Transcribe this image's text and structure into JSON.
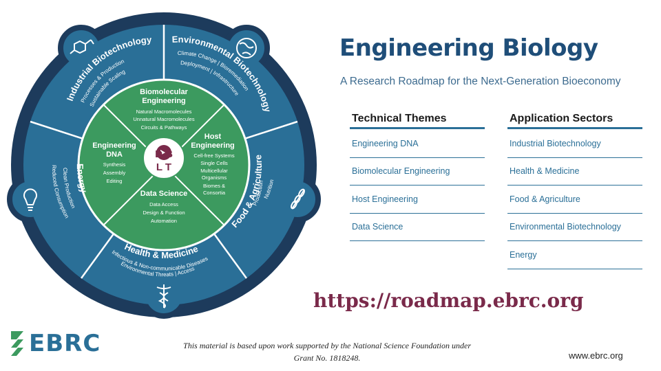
{
  "header": {
    "title": "Engineering Biology",
    "subtitle": "A Research Roadmap for the Next-Generation Bioeconomy"
  },
  "technical_themes": {
    "heading": "Technical Themes",
    "items": [
      "Engineering DNA",
      "Biomolecular Engineering",
      "Host Engineering",
      "Data Science"
    ]
  },
  "application_sectors": {
    "heading": "Application Sectors",
    "items": [
      "Industrial Biotechnology",
      "Health & Medicine",
      "Food & Agriculture",
      "Environmental Biotechnology",
      "Energy"
    ]
  },
  "wheel": {
    "center": {
      "line1": "D B",
      "line2": "L T"
    },
    "inner": {
      "biomolecular": {
        "title1": "Biomolecular",
        "title2": "Engineering",
        "items": [
          "Natural Macromolecules",
          "Unnatural Macromolecules",
          "Circuits & Pathways"
        ]
      },
      "host": {
        "title1": "Host",
        "title2": "Engineering",
        "items": [
          "Cell-free Systems",
          "Single Cells",
          "Multicellular",
          "Organisms",
          "Biomes &",
          "Consortia"
        ]
      },
      "data": {
        "title": "Data Science",
        "items": [
          "Data Access",
          "Design & Function",
          "Automation"
        ]
      },
      "dna": {
        "title1": "Engineering",
        "title2": "DNA",
        "items": [
          "Synthesis",
          "Assembly",
          "Editing"
        ]
      }
    },
    "outer": {
      "industrial": {
        "title": "Industrial Biotechnology",
        "sub1": "Processes & Production",
        "sub2": "Sustainable Scaling"
      },
      "environmental": {
        "title": "Environmental Biotechnology",
        "sub1": "Climate Change | Bioremediation",
        "sub2": "Deployment | Infrastructure"
      },
      "food": {
        "title": "Food & Agriculture",
        "sub1": "Production",
        "sub2": "Nutrition"
      },
      "health": {
        "title": "Health & Medicine",
        "sub1": "Infectious & Non-communicable Diseases",
        "sub2": "Environmental Threats | Access"
      },
      "energy": {
        "title": "Energy",
        "sub1": "Clean Production",
        "sub2": "Reduced Consumption"
      }
    },
    "icons": [
      "molecule-icon",
      "globe-icon",
      "wheat-icon",
      "caduceus-icon",
      "lightbulb-icon"
    ]
  },
  "footer": {
    "url": "https://roadmap.ebrc.org",
    "credit": "This material is based upon work supported by the National Science Foundation under Grant No. 1818248.",
    "site": "www.ebrc.org",
    "logo": "EBRC"
  },
  "colors": {
    "outer_ring": "#1d3b5c",
    "sector_blue": "#2a6f97",
    "inner_green": "#3c9a5f",
    "url_maroon": "#7a2a4a"
  }
}
